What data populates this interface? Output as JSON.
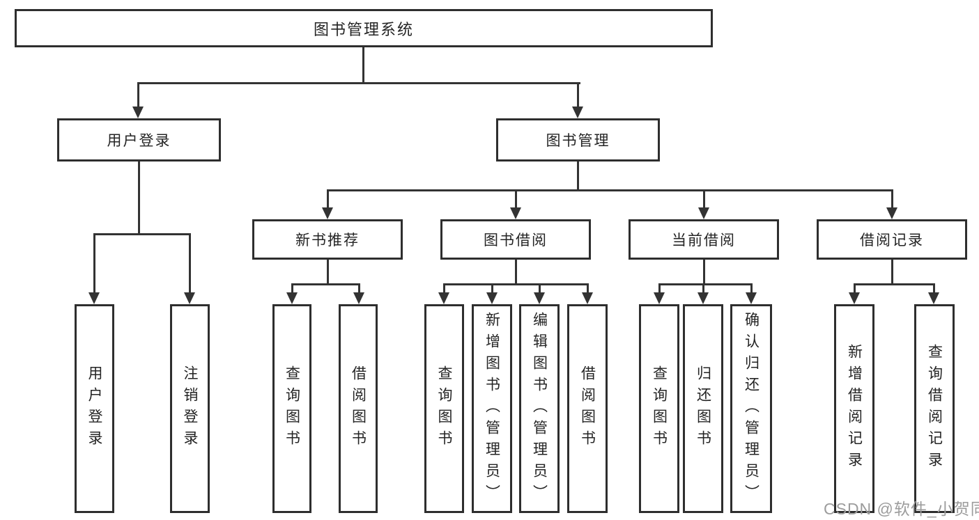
{
  "diagram_title": "图书管理系统",
  "tree": {
    "root": {
      "label": "图书管理系统"
    },
    "branches": [
      {
        "label": "用户登录",
        "children": [
          {
            "label": "用户登录"
          },
          {
            "label": "注销登录"
          }
        ]
      },
      {
        "label": "图书管理",
        "children": [
          {
            "label": "新书推荐",
            "children": [
              {
                "label": "查询图书"
              },
              {
                "label": "借阅图书"
              }
            ]
          },
          {
            "label": "图书借阅",
            "children": [
              {
                "label": "查询图书"
              },
              {
                "label": "新增图书（管理员）"
              },
              {
                "label": "编辑图书（管理员）"
              },
              {
                "label": "借阅图书"
              }
            ]
          },
          {
            "label": "当前借阅",
            "children": [
              {
                "label": "查询图书"
              },
              {
                "label": "归还图书"
              },
              {
                "label": "确认归还（管理员）"
              }
            ]
          },
          {
            "label": "借阅记录",
            "children": [
              {
                "label": "新增借阅记录"
              },
              {
                "label": "查询借阅记录"
              }
            ]
          }
        ]
      }
    ]
  },
  "watermark": {
    "text": "CSDN @软件_小贺同学"
  },
  "colors": {
    "line": "#333333",
    "box_border": "#2e2e2e",
    "text": "#242424",
    "watermark": "#9c9c9c",
    "background": "#ffffff"
  }
}
